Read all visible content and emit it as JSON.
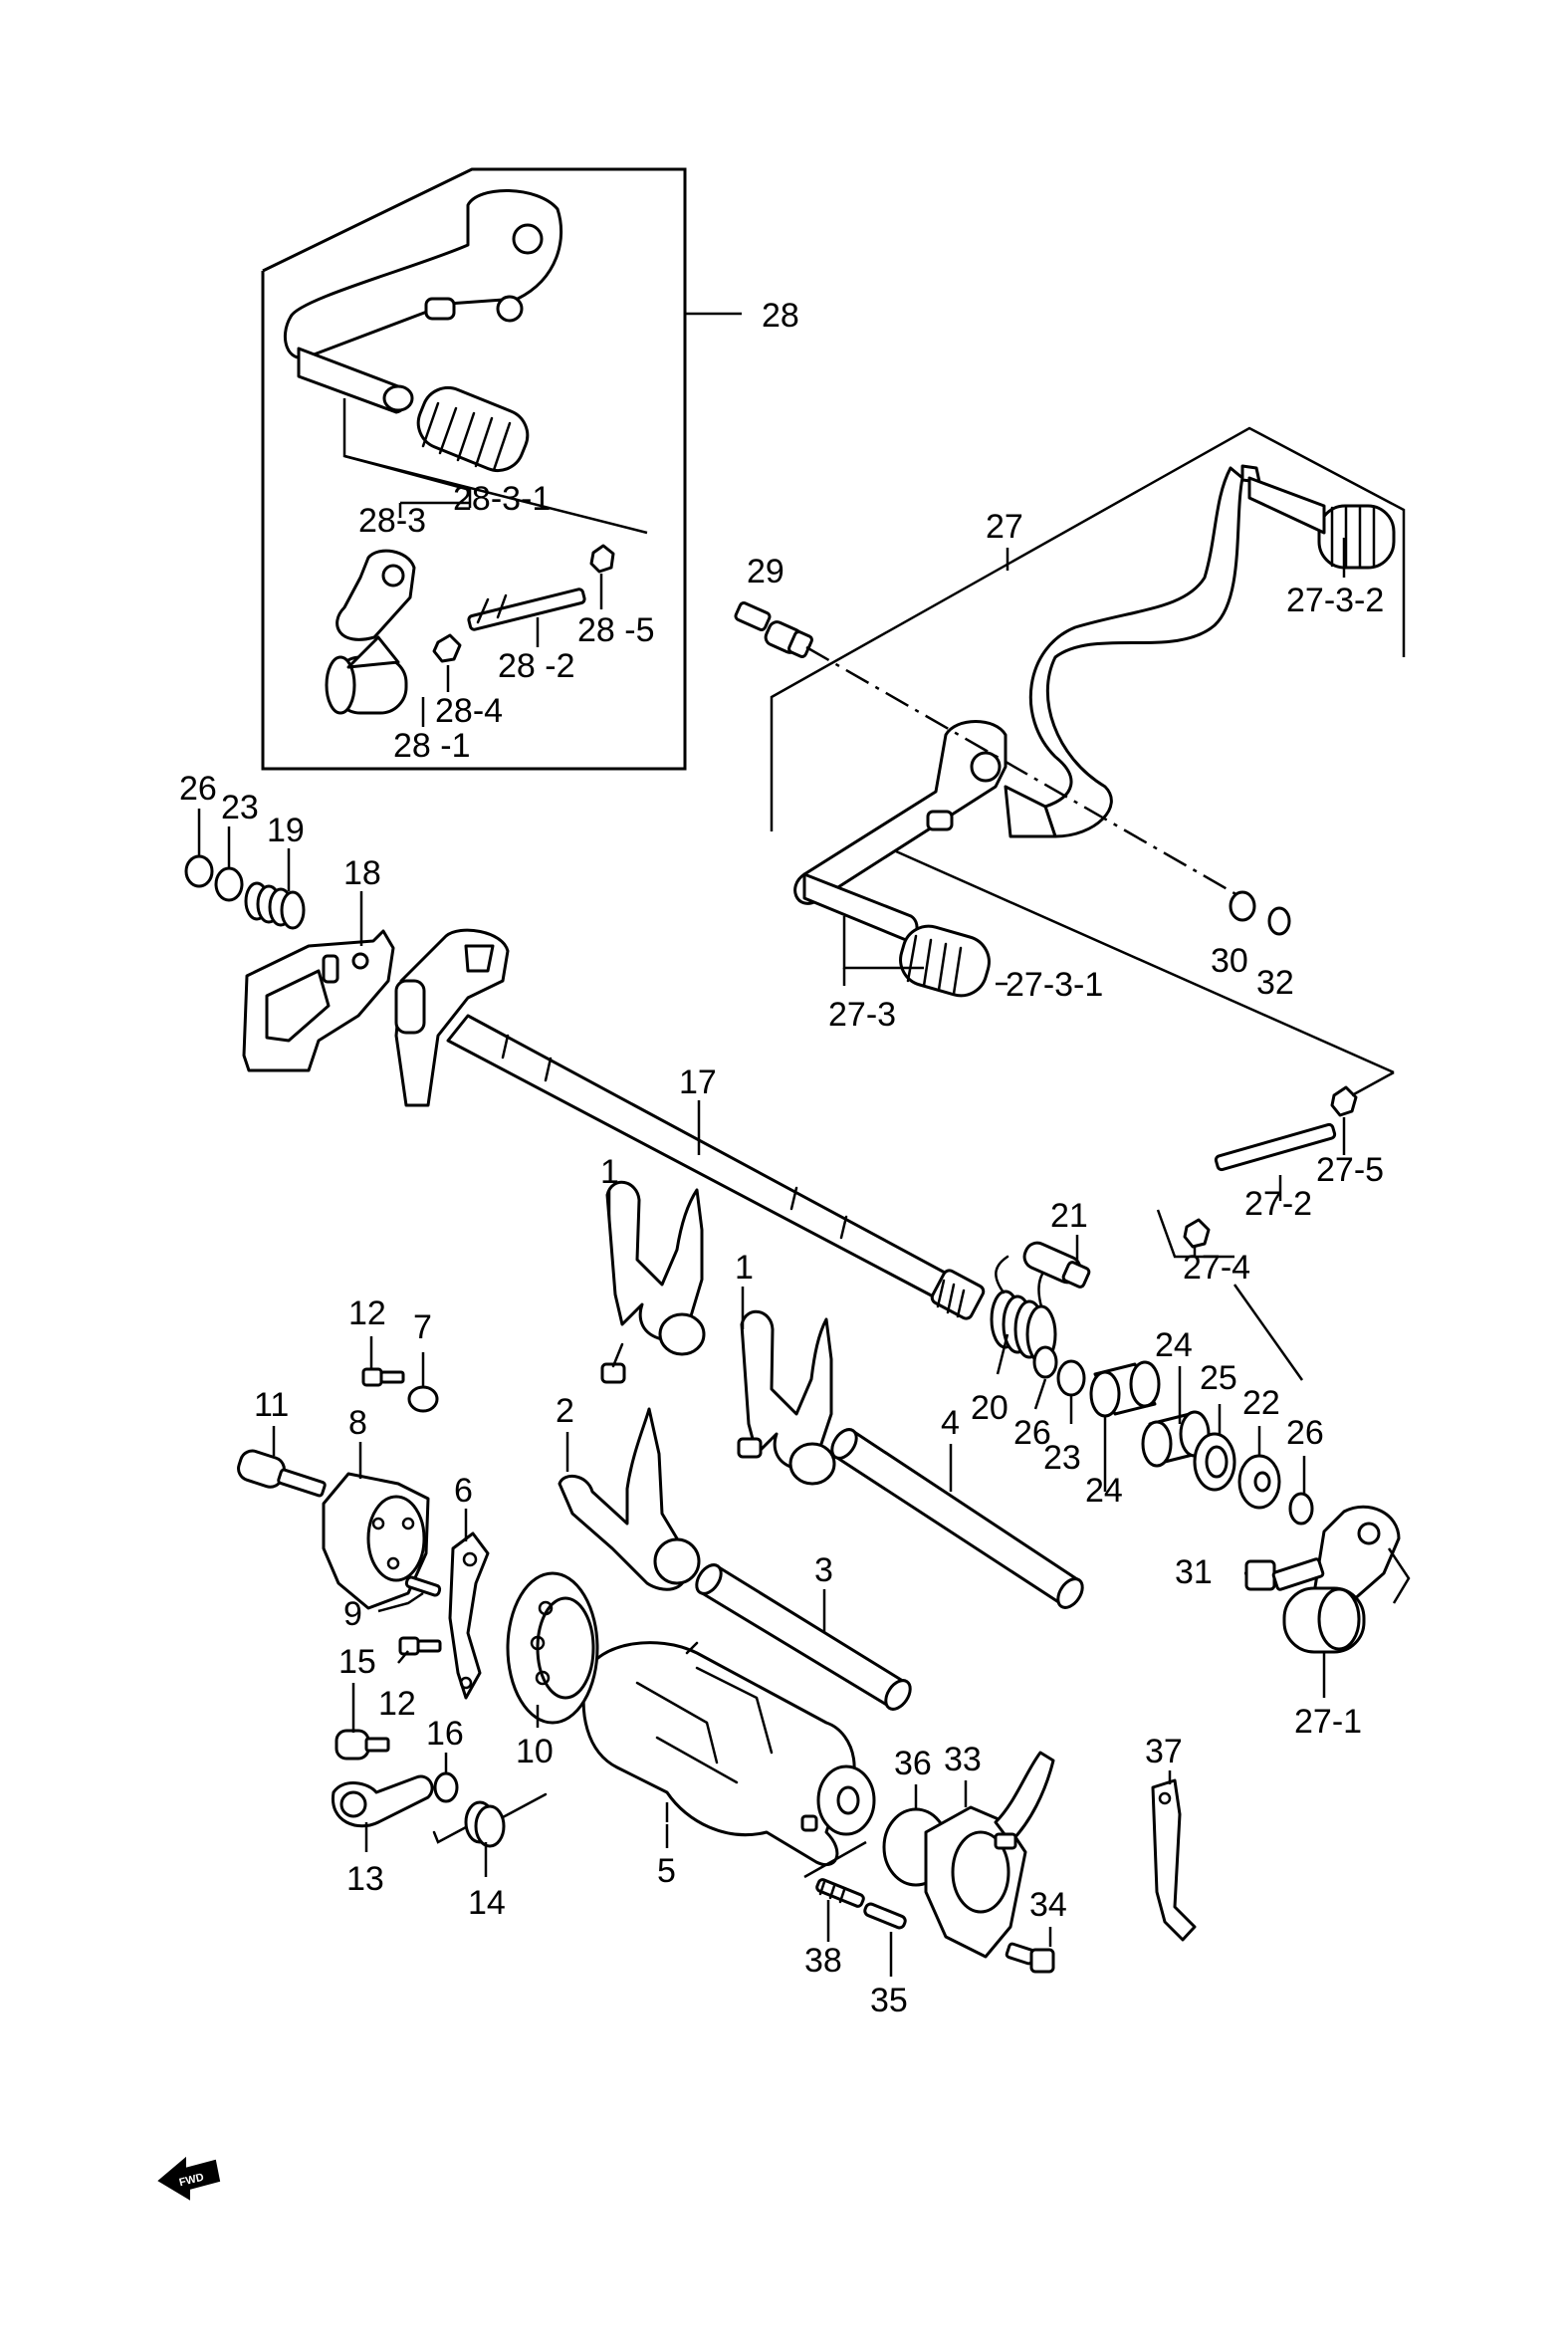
{
  "labels": [
    {
      "id": "28",
      "text": "28"
    },
    {
      "id": "28-3",
      "text": "28-3"
    },
    {
      "id": "28-3-1",
      "text": "28-3-1"
    },
    {
      "id": "28-5",
      "text": "28 -5"
    },
    {
      "id": "28-2",
      "text": "28 -2"
    },
    {
      "id": "28-4",
      "text": "28-4"
    },
    {
      "id": "28-1",
      "text": "28 -1"
    },
    {
      "id": "27",
      "text": "27"
    },
    {
      "id": "29",
      "text": "29"
    },
    {
      "id": "27-3-2",
      "text": "27-3-2"
    },
    {
      "id": "26a",
      "text": "26"
    },
    {
      "id": "23a",
      "text": "23"
    },
    {
      "id": "19",
      "text": "19"
    },
    {
      "id": "18",
      "text": "18"
    },
    {
      "id": "30",
      "text": "30"
    },
    {
      "id": "32",
      "text": "32"
    },
    {
      "id": "27-3",
      "text": "27-3"
    },
    {
      "id": "27-3-1",
      "text": "27-3-1"
    },
    {
      "id": "17",
      "text": "17"
    },
    {
      "id": "27-5",
      "text": "27-5"
    },
    {
      "id": "27-2",
      "text": "27-2"
    },
    {
      "id": "1a",
      "text": "1"
    },
    {
      "id": "21",
      "text": "21"
    },
    {
      "id": "27-4",
      "text": "27-4"
    },
    {
      "id": "1b",
      "text": "1"
    },
    {
      "id": "12a",
      "text": "12"
    },
    {
      "id": "7",
      "text": "7"
    },
    {
      "id": "24a",
      "text": "24"
    },
    {
      "id": "25",
      "text": "25"
    },
    {
      "id": "22",
      "text": "22"
    },
    {
      "id": "11",
      "text": "11"
    },
    {
      "id": "20",
      "text": "20"
    },
    {
      "id": "26b",
      "text": "26"
    },
    {
      "id": "26c",
      "text": "26"
    },
    {
      "id": "23b",
      "text": "23"
    },
    {
      "id": "2",
      "text": "2"
    },
    {
      "id": "8",
      "text": "8"
    },
    {
      "id": "24b",
      "text": "24"
    },
    {
      "id": "4",
      "text": "4"
    },
    {
      "id": "6",
      "text": "6"
    },
    {
      "id": "31",
      "text": "31"
    },
    {
      "id": "3",
      "text": "3"
    },
    {
      "id": "9",
      "text": "9"
    },
    {
      "id": "15",
      "text": "15"
    },
    {
      "id": "12b",
      "text": "12"
    },
    {
      "id": "16",
      "text": "16"
    },
    {
      "id": "10",
      "text": "10"
    },
    {
      "id": "27-1",
      "text": "27-1"
    },
    {
      "id": "37",
      "text": "37"
    },
    {
      "id": "36",
      "text": "36"
    },
    {
      "id": "33",
      "text": "33"
    },
    {
      "id": "5",
      "text": "5"
    },
    {
      "id": "13",
      "text": "13"
    },
    {
      "id": "14",
      "text": "14"
    },
    {
      "id": "34",
      "text": "34"
    },
    {
      "id": "38",
      "text": "38"
    },
    {
      "id": "35",
      "text": "35"
    }
  ],
  "fwd_badge": "FWD",
  "icons": {
    "fwd": "fwd-arrow-icon"
  }
}
